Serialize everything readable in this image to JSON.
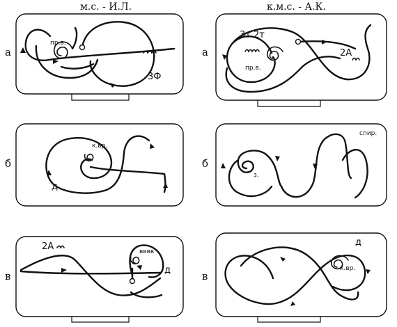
{
  "columns": [
    {
      "title": "м.с. - И.Л."
    },
    {
      "title": "к.м.с. - А.К."
    }
  ],
  "rows": [
    {
      "label": "а"
    },
    {
      "label": "б"
    },
    {
      "label": "в"
    }
  ],
  "annotations": {
    "left_a_spiral": "пр.в.",
    "left_a_code": "3Ф",
    "right_a_jump": "3т 2т",
    "right_a_spiral": "пр.в.",
    "right_a_jump2": "2А",
    "left_b_spiral": "к.вр.",
    "left_b_end": "д",
    "right_b_spiral": "з.",
    "right_b_end": "спир.",
    "left_c_jump": "2А",
    "left_c_spin": "вввв",
    "left_c_end": "д",
    "right_c_start": "д",
    "right_c_spiral": "к.вр."
  }
}
